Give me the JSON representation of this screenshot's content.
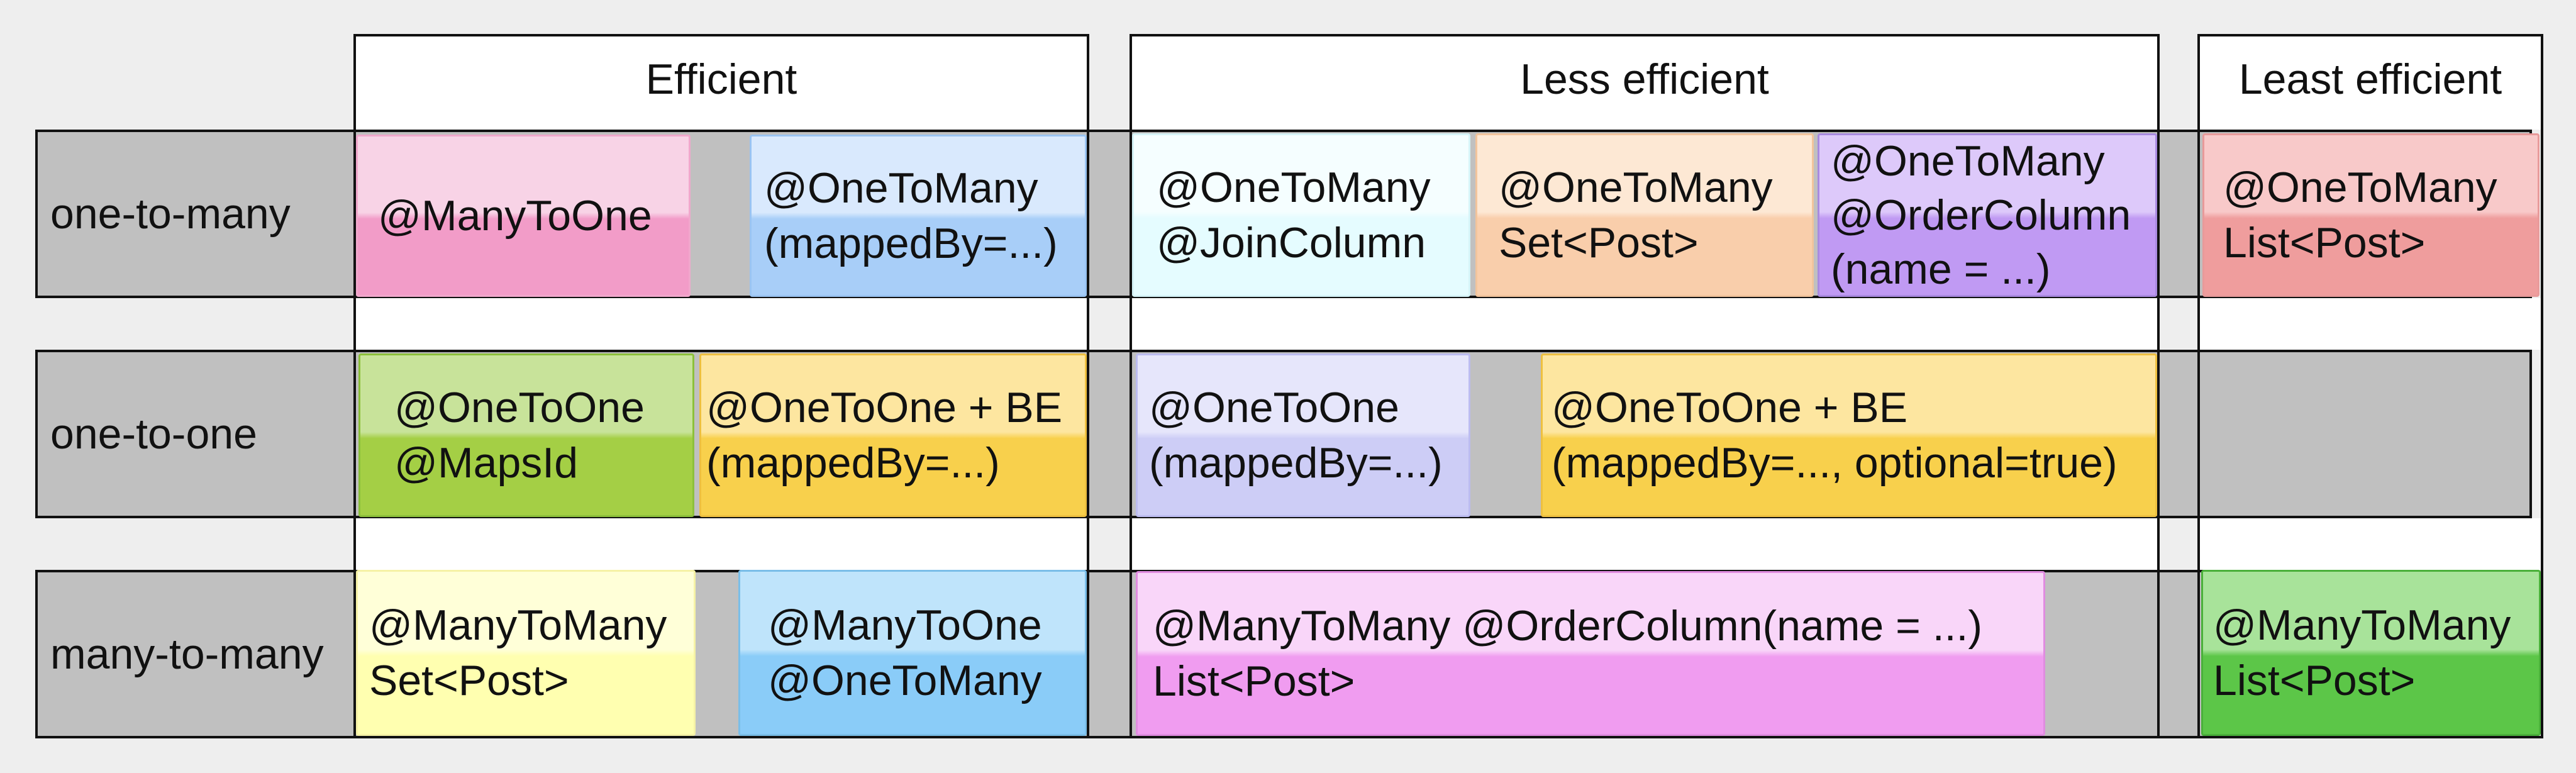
{
  "columns": {
    "efficient": "Efficient",
    "less_efficient": "Less efficient",
    "least_efficient": "Least efficient"
  },
  "rows": {
    "one_to_many": "one-to-many",
    "one_to_one": "one-to-one",
    "many_to_many": "many-to-many"
  },
  "cells": {
    "r1_eff_a": {
      "l1": "@ManyToOne",
      "color_top": "#f8d3e6",
      "color_bottom": "#f29cc8"
    },
    "r1_eff_b": {
      "l1": "@OneToMany",
      "l2": "(mappedBy=...)",
      "color_top": "#d9e9fd",
      "color_bottom": "#a8cef8"
    },
    "r1_less_a": {
      "l1": "@OneToMany",
      "l2": "@JoinColumn",
      "color_top": "#f5feff",
      "color_bottom": "#e5fcff"
    },
    "r1_less_b": {
      "l1": "@OneToMany",
      "l2": "Set<Post>",
      "color_top": "#fde8d4",
      "color_bottom": "#f9ceab"
    },
    "r1_less_c": {
      "l1": "@OneToMany",
      "l2": "@OrderColumn",
      "l3": "(name = ...)",
      "color_top": "#ddc9fa",
      "color_bottom": "#c09af3"
    },
    "r1_least": {
      "l1": "@OneToMany",
      "l2": "List<Post>",
      "color_top": "#f8c9c9",
      "color_bottom": "#ef9d9d"
    },
    "r2_eff_a": {
      "l1": "@OneToOne",
      "l2": "@MapsId",
      "color_top": "#c8e39a",
      "color_bottom": "#a4cf45"
    },
    "r2_eff_b": {
      "l1": "@OneToOne + BE",
      "l2": "(mappedBy=...)",
      "color_top": "#fde6a0",
      "color_bottom": "#f8d04c"
    },
    "r2_less_a": {
      "l1": "@OneToOne",
      "l2": "(mappedBy=...)",
      "color_top": "#e6e6fb",
      "color_bottom": "#cdcdf6"
    },
    "r2_less_b": {
      "l1": "@OneToOne + BE",
      "l2": "(mappedBy=..., optional=true)",
      "color_top": "#fde6a0",
      "color_bottom": "#f8d04c"
    },
    "r3_eff_a": {
      "l1": "@ManyToMany",
      "l2": "Set<Post>",
      "color_top": "#ffffd8",
      "color_bottom": "#ffffb0"
    },
    "r3_eff_b": {
      "l1": "@ManyToOne",
      "l2": "@OneToMany",
      "color_top": "#bfe4fb",
      "color_bottom": "#8accf8"
    },
    "r3_less_a": {
      "l1": "@ManyToMany @OrderColumn(name = ...)",
      "l2": "List<Post>",
      "color_top": "#f9d6f9",
      "color_bottom": "#f09cf0"
    },
    "r3_least": {
      "l1": "@ManyToMany",
      "l2": "List<Post>",
      "color_top": "#a8e39a",
      "color_bottom": "#5cc648"
    }
  }
}
